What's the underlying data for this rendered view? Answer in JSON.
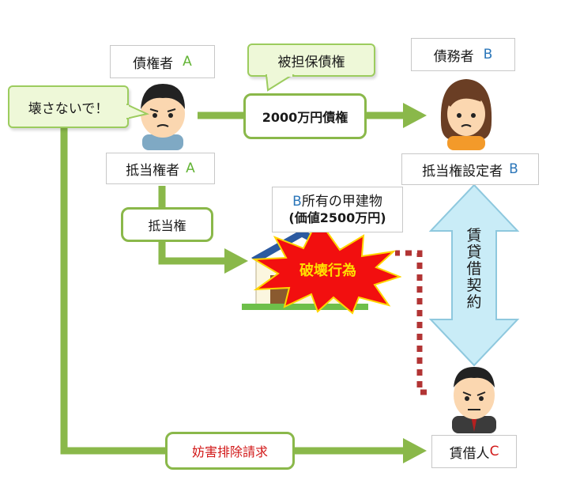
{
  "creditor": {
    "name": "債権者",
    "letter": "A"
  },
  "collateral_note": "被担保債権",
  "debtor": {
    "name": "債務者",
    "letter": "B"
  },
  "speech": "壊さないで！",
  "claim": "2000万円債権",
  "mortgagee": {
    "name": "抵当権者",
    "letter": "A"
  },
  "mortgagor": {
    "name": "抵当権設定者",
    "letter": "B"
  },
  "building": {
    "line1_letter": "B",
    "line1_text": "所有の甲建物",
    "line2": "(価値2500万円)"
  },
  "mortgage_label": "抵当権",
  "destruction": "破壊行為",
  "lease": [
    "賃",
    "貸",
    "借",
    "契",
    "約"
  ],
  "injunction": "妨害排除請求",
  "lessee": {
    "name": "賃借人",
    "letter": "C"
  },
  "colors": {
    "arrow_green": "#8ab84a",
    "callout_fill": "#eef8d8",
    "lease_arrow": "#c9ecf7",
    "burst_red": "#f20f0f",
    "dotted_line": "#b23434"
  }
}
